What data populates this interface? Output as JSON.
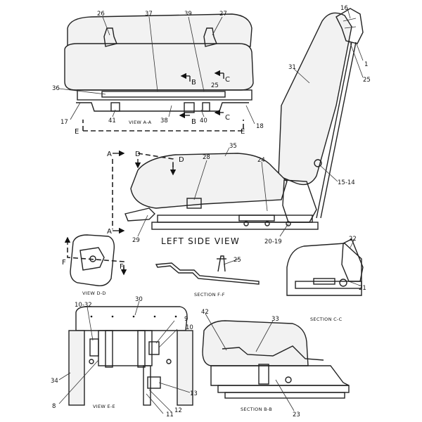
{
  "views": {
    "left_side_view": "LEFT SIDE VIEW",
    "view_a_a": "VIEW A-A",
    "view_d_d": "VIEW D-D",
    "view_e_e": "VIEW E-E",
    "section_f_f": "SECTION F-F",
    "section_c_c": "SECTION C-C",
    "section_b_b": "SECTION B-B"
  },
  "section_letters": [
    "A",
    "A",
    "B",
    "B",
    "C",
    "C",
    "D",
    "D",
    "E",
    "E",
    "F",
    "F"
  ],
  "callouts": [
    "1",
    "8",
    "9",
    "10",
    "10-32",
    "11",
    "12",
    "13",
    "15-14",
    "16",
    "17",
    "18",
    "20-19",
    "21",
    "22",
    "23",
    "24",
    "25",
    "25",
    "25",
    "26",
    "27",
    "28",
    "29",
    "30",
    "31",
    "33",
    "34",
    "35",
    "36",
    "37",
    "38",
    "39",
    "40",
    "41",
    "42"
  ]
}
